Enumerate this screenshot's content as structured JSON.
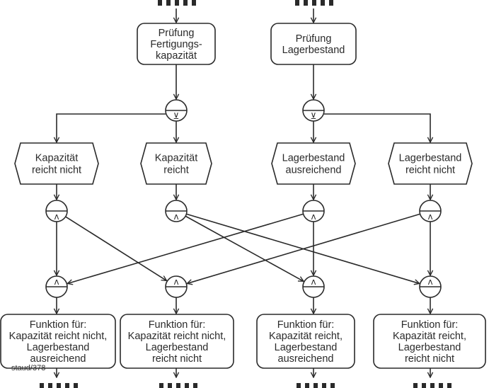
{
  "diagram": {
    "type": "EPC (event-driven process chain)",
    "functions_top": [
      {
        "id": "f1",
        "lines": [
          "Prüfung",
          "Fertigungs-",
          "kapazität"
        ]
      },
      {
        "id": "f2",
        "lines": [
          "Prüfung",
          "Lagerbestand"
        ]
      }
    ],
    "split_connectors": [
      {
        "id": "x1",
        "symbol": "⊻",
        "type": "XOR"
      },
      {
        "id": "x2",
        "symbol": "⊻",
        "type": "XOR"
      }
    ],
    "events": [
      {
        "id": "e1",
        "lines": [
          "Kapazität",
          "reicht nicht"
        ]
      },
      {
        "id": "e2",
        "lines": [
          "Kapazität",
          "reicht"
        ]
      },
      {
        "id": "e3",
        "lines": [
          "Lagerbestand",
          "ausreichend"
        ]
      },
      {
        "id": "e4",
        "lines": [
          "Lagerbestand",
          "reicht nicht"
        ]
      }
    ],
    "and_splits": [
      {
        "id": "a1",
        "symbol": "^",
        "type": "AND"
      },
      {
        "id": "a2",
        "symbol": "^",
        "type": "AND"
      },
      {
        "id": "a3",
        "symbol": "^",
        "type": "AND"
      },
      {
        "id": "a4",
        "symbol": "^",
        "type": "AND"
      }
    ],
    "and_joins": [
      {
        "id": "j1",
        "symbol": "^",
        "type": "AND"
      },
      {
        "id": "j2",
        "symbol": "^",
        "type": "AND"
      },
      {
        "id": "j3",
        "symbol": "^",
        "type": "AND"
      },
      {
        "id": "j4",
        "symbol": "^",
        "type": "AND"
      }
    ],
    "functions_bottom": [
      {
        "id": "g1",
        "lines": [
          "Funktion für:",
          "Kapazität reicht nicht,",
          "Lagerbestand",
          "ausreichend"
        ]
      },
      {
        "id": "g2",
        "lines": [
          "Funktion für:",
          "Kapazität reicht nicht,",
          "Lagerbestand",
          "reicht nicht"
        ]
      },
      {
        "id": "g3",
        "lines": [
          "Funktion für:",
          "Kapazität reicht,",
          "Lagerbestand",
          "ausreichend"
        ]
      },
      {
        "id": "g4",
        "lines": [
          "Funktion für:",
          "Kapazität reicht,",
          "Lagerbestand",
          "reicht nicht"
        ]
      }
    ],
    "cross_connections": [
      {
        "from": "a1",
        "to": "j1"
      },
      {
        "from": "a1",
        "to": "j2"
      },
      {
        "from": "a2",
        "to": "j3"
      },
      {
        "from": "a2",
        "to": "j4"
      },
      {
        "from": "a3",
        "to": "j1"
      },
      {
        "from": "a3",
        "to": "j3"
      },
      {
        "from": "a4",
        "to": "j2"
      },
      {
        "from": "a4",
        "to": "j4"
      }
    ],
    "continuation_marker": "....."
  },
  "footer": {
    "source_label": "staud/378"
  }
}
